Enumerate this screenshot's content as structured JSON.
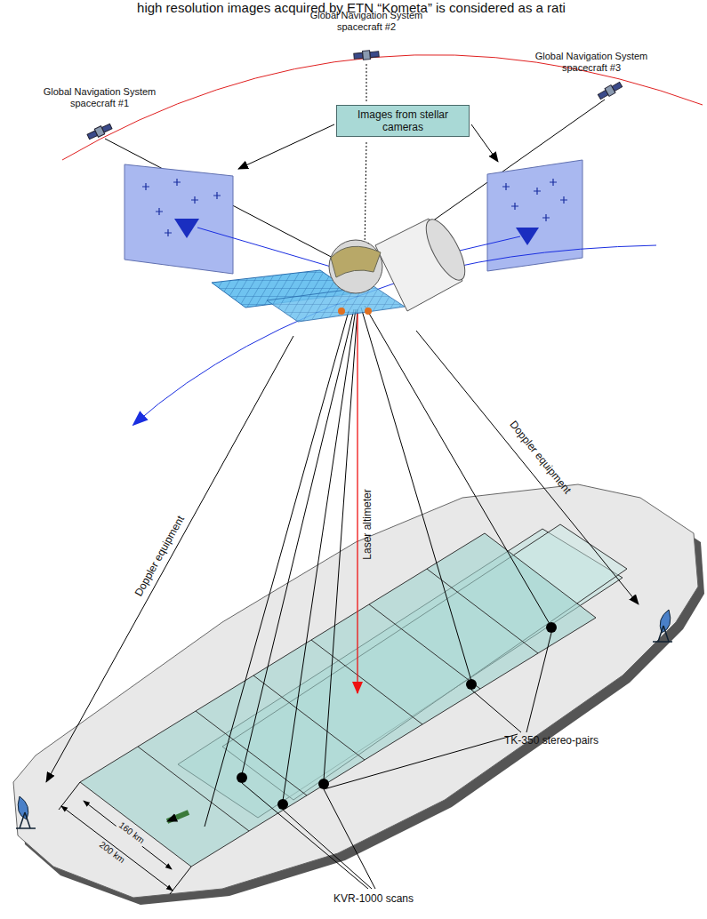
{
  "diagram": {
    "nodes": [
      {
        "text": [
          "Images from stellar cameras"
        ]
      }
    ],
    "labels": [
      "high resolution images acquired by ETN “Kometa” is considered as a rati",
      "Global Navigation System spacecraft #2",
      "Global Navigation System spacecraft #3",
      "Global Navigation System spacecraft #1",
      "Doppler equipment",
      "Doppler equipment",
      "Laser altimeter",
      "160 km",
      "200 km",
      "TK-350 stereo-pairs",
      "KVR-1000 scans"
    ]
  }
}
